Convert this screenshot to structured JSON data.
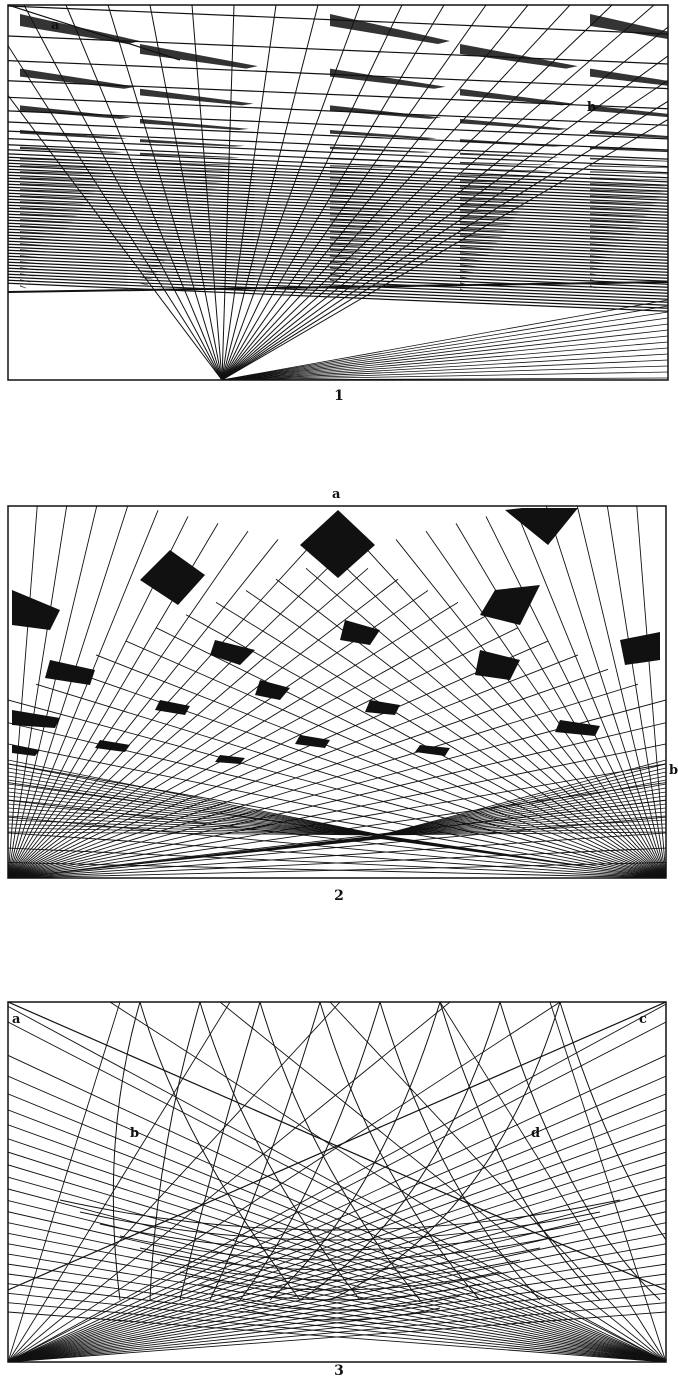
{
  "figures": [
    {
      "caption": "1",
      "points": {
        "a": "a",
        "b": "b"
      },
      "ink": "#111111",
      "paper": "#ffffff"
    },
    {
      "caption": "2",
      "points": {
        "a": "a",
        "b": "b"
      },
      "ink": "#111111",
      "paper": "#ffffff"
    },
    {
      "caption": "3",
      "points": {
        "a": "a",
        "b": "b",
        "c": "c",
        "d": "d"
      },
      "ink": "#111111",
      "paper": "#ffffff"
    }
  ]
}
